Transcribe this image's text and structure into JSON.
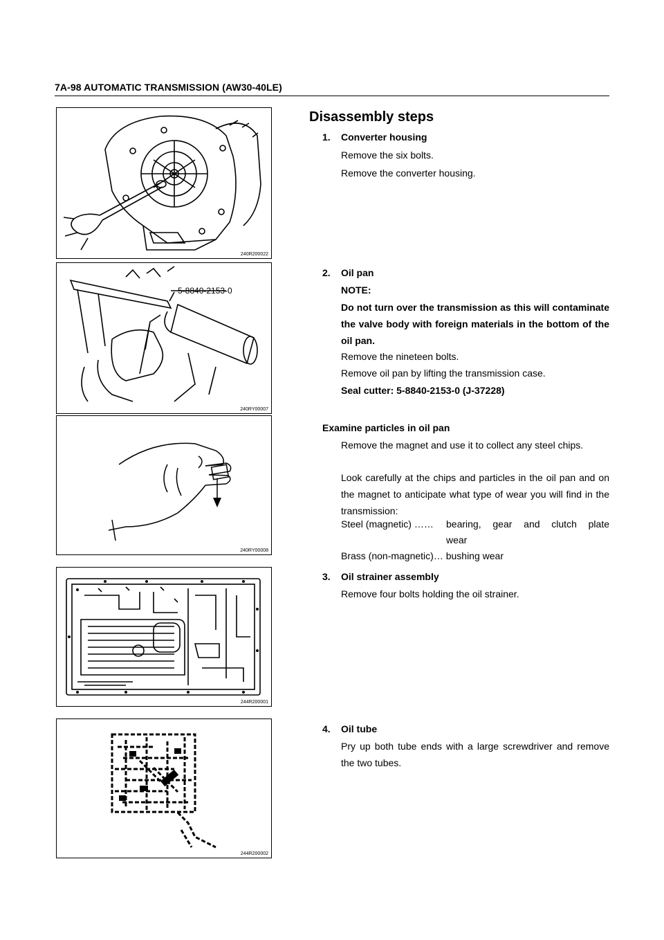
{
  "header": {
    "title": "7A-98  AUTOMATIC TRANSMISSION (AW30-40LE)"
  },
  "figures": [
    {
      "code": "240R200022"
    },
    {
      "code": "240RY00007",
      "label": "5-8840-2153-0"
    },
    {
      "code": "240RY00008"
    },
    {
      "code": "244R200001"
    },
    {
      "code": "244R200002"
    }
  ],
  "content": {
    "heading": "Disassembly steps",
    "step1": {
      "number": "1.",
      "title": "Converter housing",
      "lines": [
        "Remove the six bolts.",
        "Remove the converter housing."
      ]
    },
    "step2": {
      "number": "2.",
      "title": "Oil pan",
      "note_label": "NOTE:",
      "note_text": "Do not turn over the transmission as this will contaminate the valve body with foreign materials in the bottom of the oil pan.",
      "lines": [
        "Remove the nineteen bolts.",
        "Remove oil pan by lifting the transmission case."
      ],
      "tool": "Seal cutter: 5-8840-2153-0 (J-37228)"
    },
    "examine": {
      "title": "Examine particles in oil pan",
      "para1": "Remove the magnet and use it to collect any steel chips.",
      "para2": "Look carefully at the chips and particles in the oil pan and on the magnet to anticipate what type of wear you will find in the transmission:",
      "steel_label": "Steel (magnetic) ……",
      "steel_text": "bearing, gear and clutch plate",
      "steel_text2": "wear",
      "brass": "Brass (non-magnetic)… bushing wear"
    },
    "step3": {
      "number": "3.",
      "title": "Oil strainer assembly",
      "line": "Remove four bolts holding the oil strainer."
    },
    "step4": {
      "number": "4.",
      "title": "Oil tube",
      "para": "Pry up both tube ends with a large screwdriver and remove the two tubes."
    }
  }
}
